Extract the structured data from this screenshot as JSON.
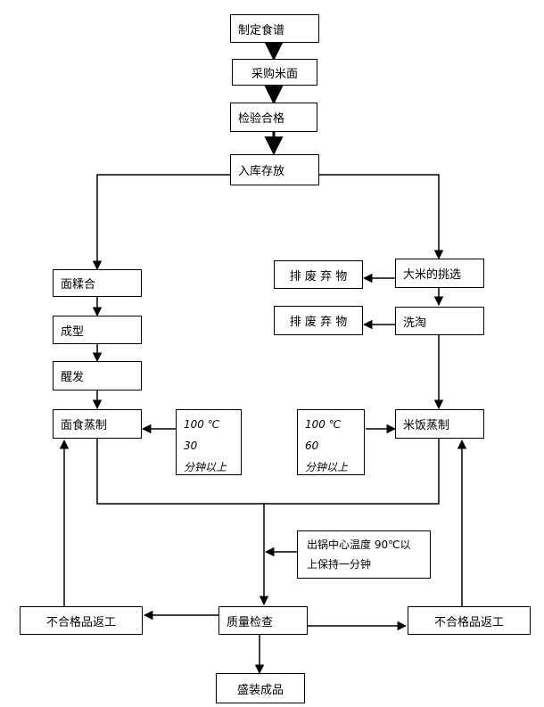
{
  "nodes": {
    "make_recipe": "制定食谱",
    "buy_rice_flour": "采购米面",
    "inspect_pass": "检验合格",
    "store": "入库存放",
    "knead_dough": "面糅合",
    "shaping": "成型",
    "proofing": "醒发",
    "steam_noodle": "面食蒸制",
    "rice_picking": "大米的挑选",
    "discard_1": "排 废 弃 物",
    "washing": "洗淘",
    "discard_2": "排 废 弃 物",
    "steam_rice": "米饭蒸制",
    "quality_check": "质量检查",
    "reject_left": "不合格品返工",
    "reject_right": "不合格品返工",
    "packaging": "盛装成品"
  },
  "notes": {
    "noodle_condition": "100 ℃ 30\n分钟以上",
    "rice_condition": "100 ℃ 60\n分钟以上",
    "pot_temp": "出锅中心温度 90℃以\n上保持一分钟"
  }
}
